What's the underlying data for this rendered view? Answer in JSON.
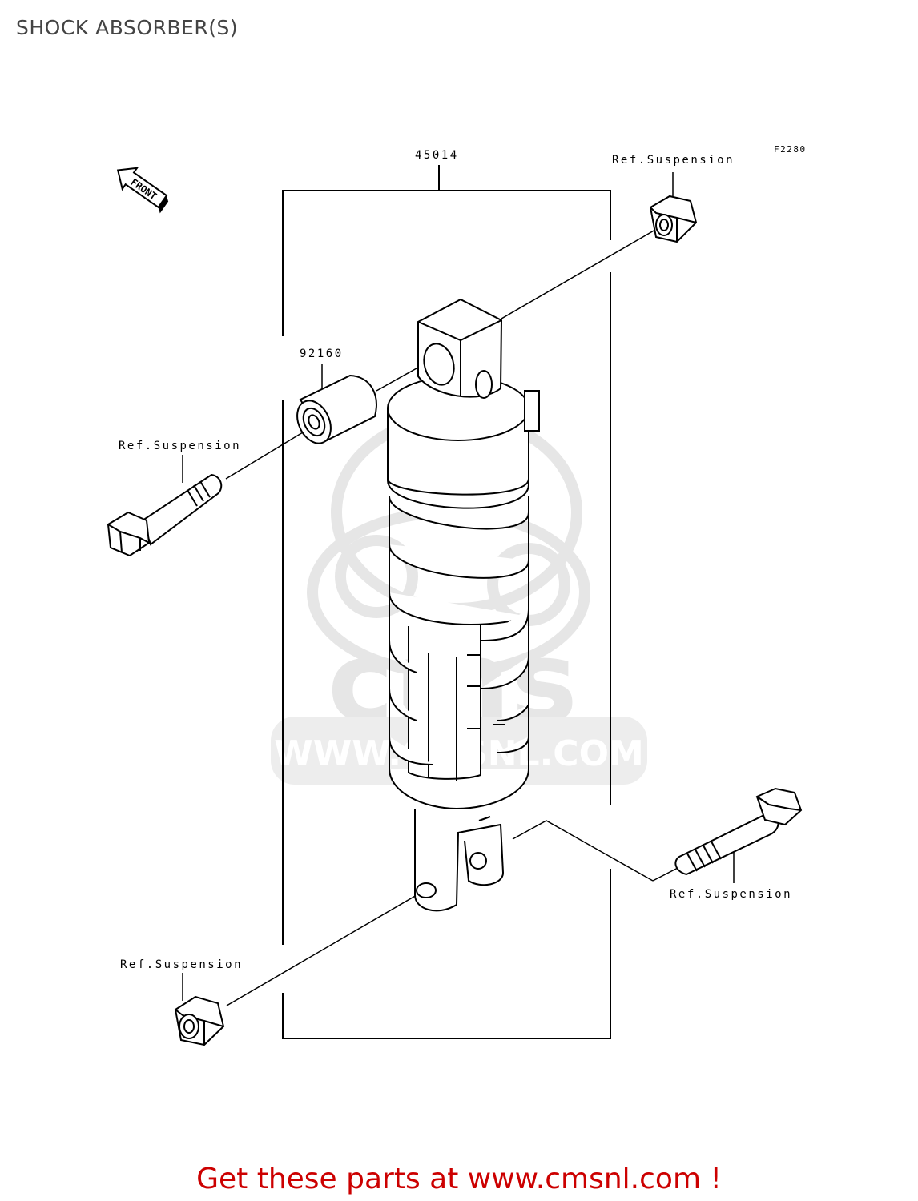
{
  "page": {
    "title": "SHOCK ABSORBER(S)",
    "footer": "Get these parts at www.cmsnl.com !"
  },
  "diagram": {
    "figure_code": "F2280",
    "front_arrow_label": "FRONT",
    "watermark_text": "WWW.CMSNL.COM",
    "watermark_logo": "cms",
    "parts": [
      {
        "id": "part-45014",
        "label": "45014"
      },
      {
        "id": "part-92160",
        "label": "92160"
      },
      {
        "id": "ref-suspension-top-nut",
        "label": "Ref.Suspension"
      },
      {
        "id": "ref-suspension-upper-bolt",
        "label": "Ref.Suspension"
      },
      {
        "id": "ref-suspension-lower-bolt",
        "label": "Ref.Suspension"
      },
      {
        "id": "ref-suspension-bottom-nut",
        "label": "Ref.Suspension"
      }
    ]
  },
  "colors": {
    "line": "#000000",
    "watermark": "#e6e6e6",
    "footer": "#cc0000",
    "title": "#444444"
  }
}
